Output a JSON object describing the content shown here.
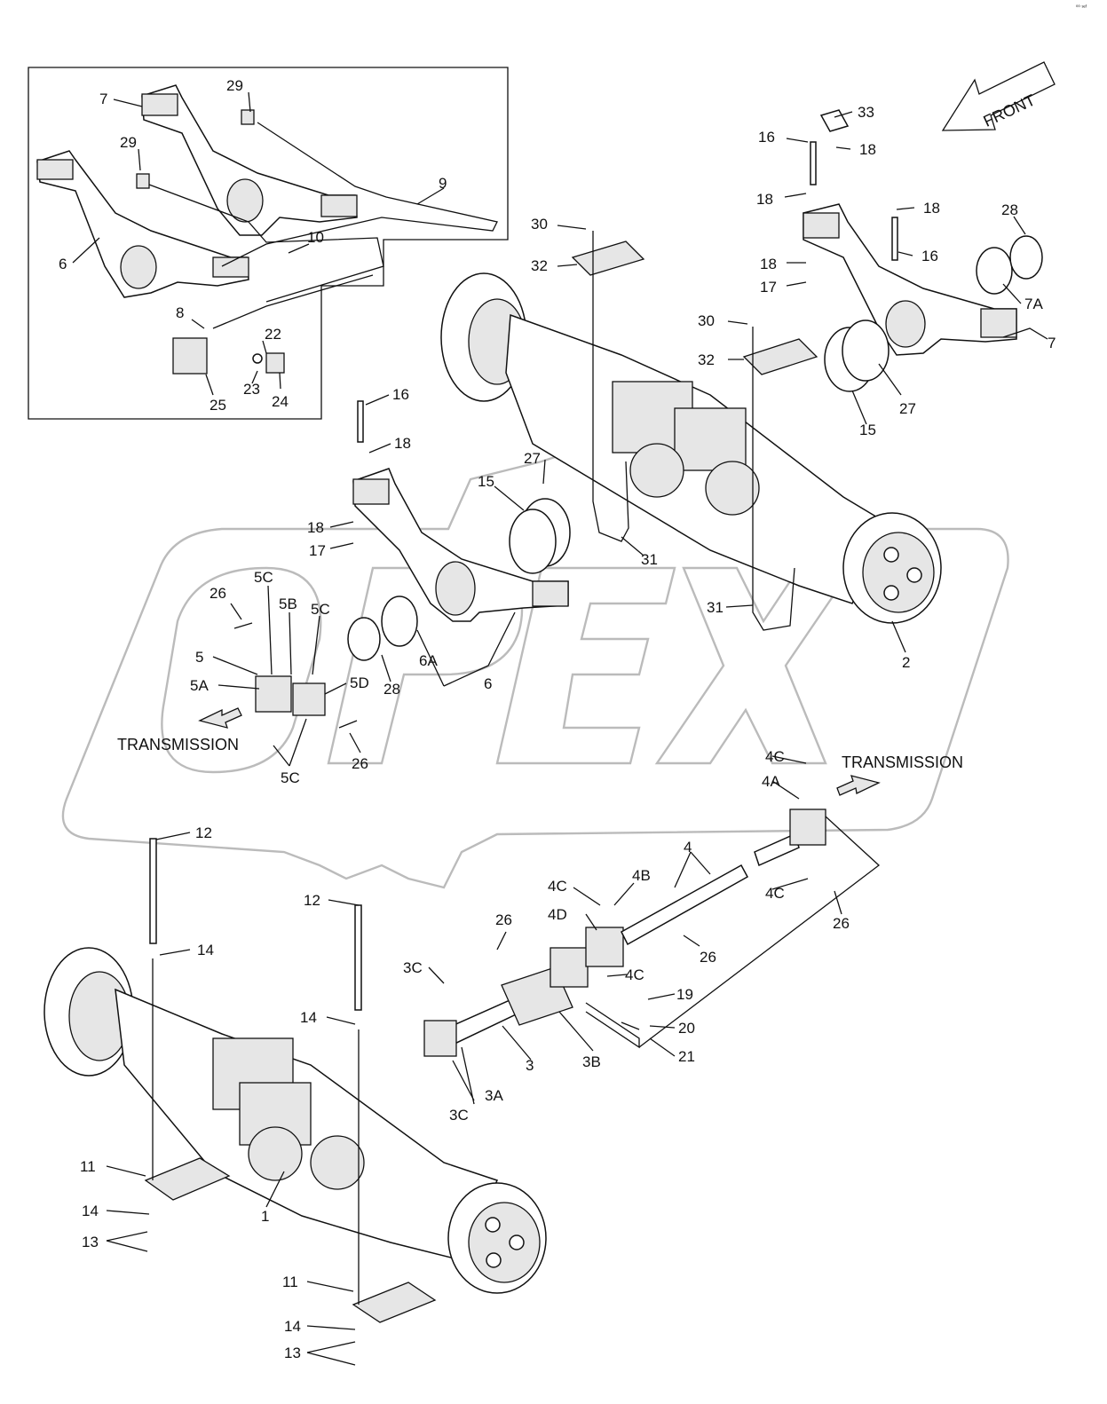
{
  "corner_code": "⁰⁰ ˢᵉᶠ",
  "front_label": "FRONT",
  "transmission_labels": [
    "TRANSMISSION",
    "TRANSMISSION"
  ],
  "watermark": "OPEX",
  "callouts": [
    "1",
    "2",
    "3",
    "3A",
    "3B",
    "3C",
    "4",
    "4A",
    "4B",
    "4C",
    "4D",
    "5",
    "5A",
    "5B",
    "5C",
    "5D",
    "6",
    "6A",
    "7",
    "7A",
    "8",
    "9",
    "10",
    "11",
    "12",
    "13",
    "14",
    "15",
    "16",
    "17",
    "18",
    "19",
    "20",
    "21",
    "22",
    "23",
    "24",
    "25",
    "26",
    "27",
    "28",
    "29",
    "30",
    "31",
    "32",
    "33"
  ]
}
